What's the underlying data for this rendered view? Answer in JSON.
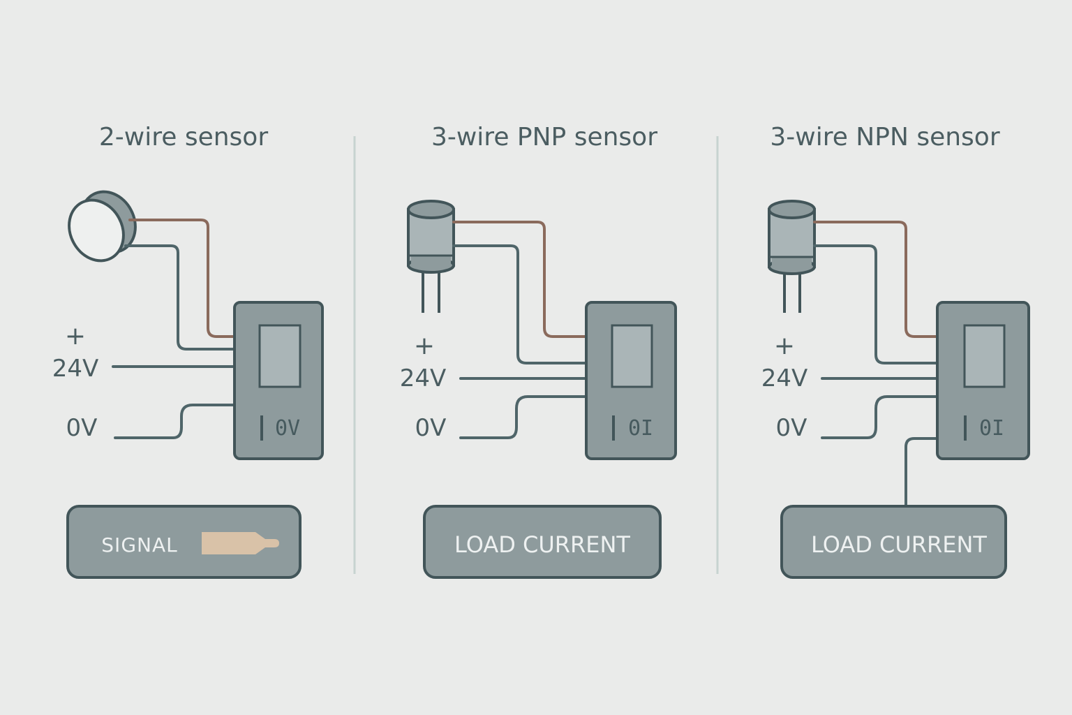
{
  "panels": [
    {
      "title": "2-wire sensor",
      "plus": "+",
      "v24": "24V",
      "v0": "0V",
      "module_label": "0V",
      "button_label": "SIGNAL"
    },
    {
      "title": "3-wire PNP sensor",
      "plus": "+",
      "v24": "24V",
      "v0": "0V",
      "module_label": "0I",
      "button_label": "LOAD CURRENT"
    },
    {
      "title": "3-wire NPN sensor",
      "plus": "+",
      "v24": "24V",
      "v0": "0V",
      "module_label": "0I",
      "button_label": "LOAD CURRENT"
    }
  ],
  "colors": {
    "background": "#eaebea",
    "wire": "#4f6569",
    "wire_brown": "#8a6a5c",
    "module_fill": "#8e9b9d",
    "module_window": "#aab5b7",
    "button_fill": "#8e9b9d",
    "signal_bar": "#d9c2a8"
  }
}
